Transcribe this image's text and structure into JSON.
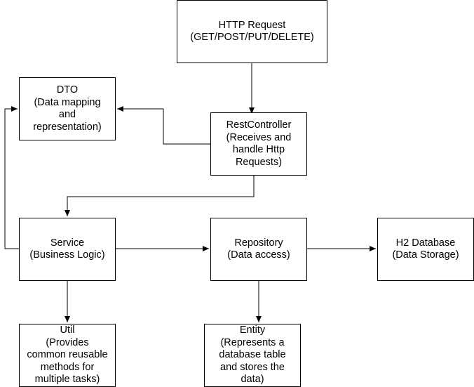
{
  "nodes": {
    "http_request": {
      "lines": [
        "HTTP Request",
        "(GET/POST/PUT/DELETE)"
      ]
    },
    "dto": {
      "lines": [
        "DTO",
        "(Data mapping",
        "and",
        "representation)"
      ]
    },
    "rest_controller": {
      "lines": [
        "RestController",
        "(Receives and",
        "handle Http",
        "Requests)"
      ]
    },
    "service": {
      "lines": [
        "Service",
        "(Business Logic)"
      ]
    },
    "repository": {
      "lines": [
        "Repository",
        "(Data access)"
      ]
    },
    "h2_database": {
      "lines": [
        "H2 Database",
        "(Data Storage)"
      ]
    },
    "util": {
      "lines": [
        "Util",
        "(Provides",
        "common reusable",
        "methods for",
        "multiple tasks)"
      ]
    },
    "entity": {
      "lines": [
        "Entity",
        "(Represents a",
        "database table",
        "and stores the",
        "data)"
      ]
    }
  },
  "edges": [
    {
      "from": "http_request",
      "to": "rest_controller"
    },
    {
      "from": "rest_controller",
      "to": "dto"
    },
    {
      "from": "rest_controller",
      "to": "service"
    },
    {
      "from": "service",
      "to": "dto"
    },
    {
      "from": "service",
      "to": "repository"
    },
    {
      "from": "service",
      "to": "util"
    },
    {
      "from": "repository",
      "to": "h2_database"
    },
    {
      "from": "repository",
      "to": "entity"
    }
  ],
  "colors": {
    "stroke": "#000000",
    "fill": "#ffffff",
    "text": "#000000"
  }
}
